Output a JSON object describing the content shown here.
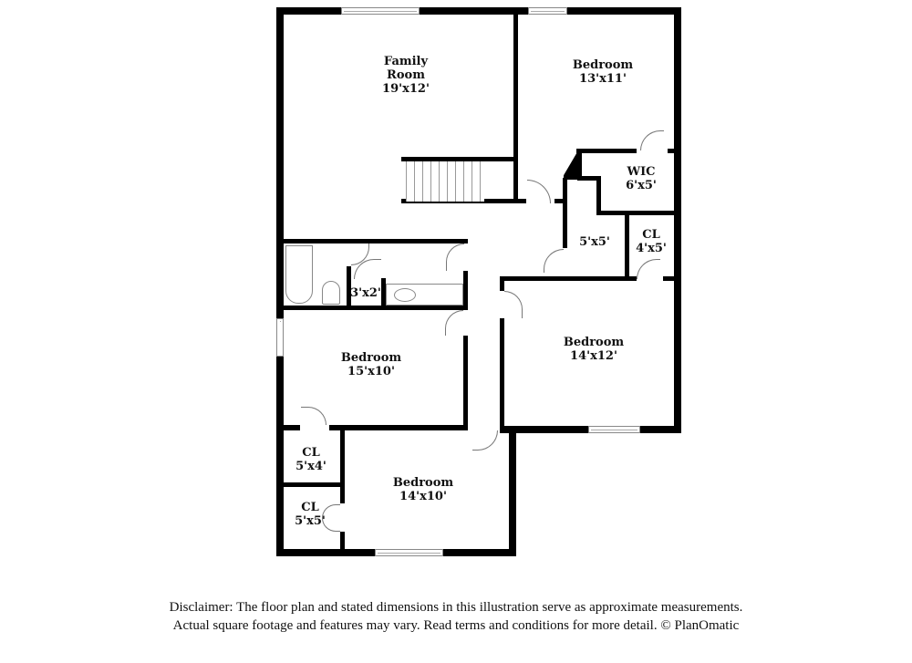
{
  "floorplan": {
    "rooms": [
      {
        "name": "Family Room",
        "size": "19'x12'"
      },
      {
        "name": "Bedroom",
        "size": "13'x11'"
      },
      {
        "name": "WIC",
        "size": "6'x5'"
      },
      {
        "name": "",
        "size": "5'x5'"
      },
      {
        "name": "CL",
        "size": "4'x5'"
      },
      {
        "name": "",
        "size": "3'x2'"
      },
      {
        "name": "Bedroom",
        "size": "15'x10'"
      },
      {
        "name": "Bedroom",
        "size": "14'x12'"
      },
      {
        "name": "CL",
        "size": "5'x4'"
      },
      {
        "name": "Bedroom",
        "size": "14'x10'"
      },
      {
        "name": "CL",
        "size": "5'x5'"
      }
    ],
    "colors": {
      "wall": "#000000",
      "background": "#ffffff",
      "fixture": "#888888"
    }
  },
  "disclaimer": {
    "line1": "Disclaimer: The floor plan and stated dimensions in this illustration serve as approximate measurements.",
    "line2": "Actual square footage and features may vary. Read terms and conditions for more detail. © PlanOmatic"
  }
}
